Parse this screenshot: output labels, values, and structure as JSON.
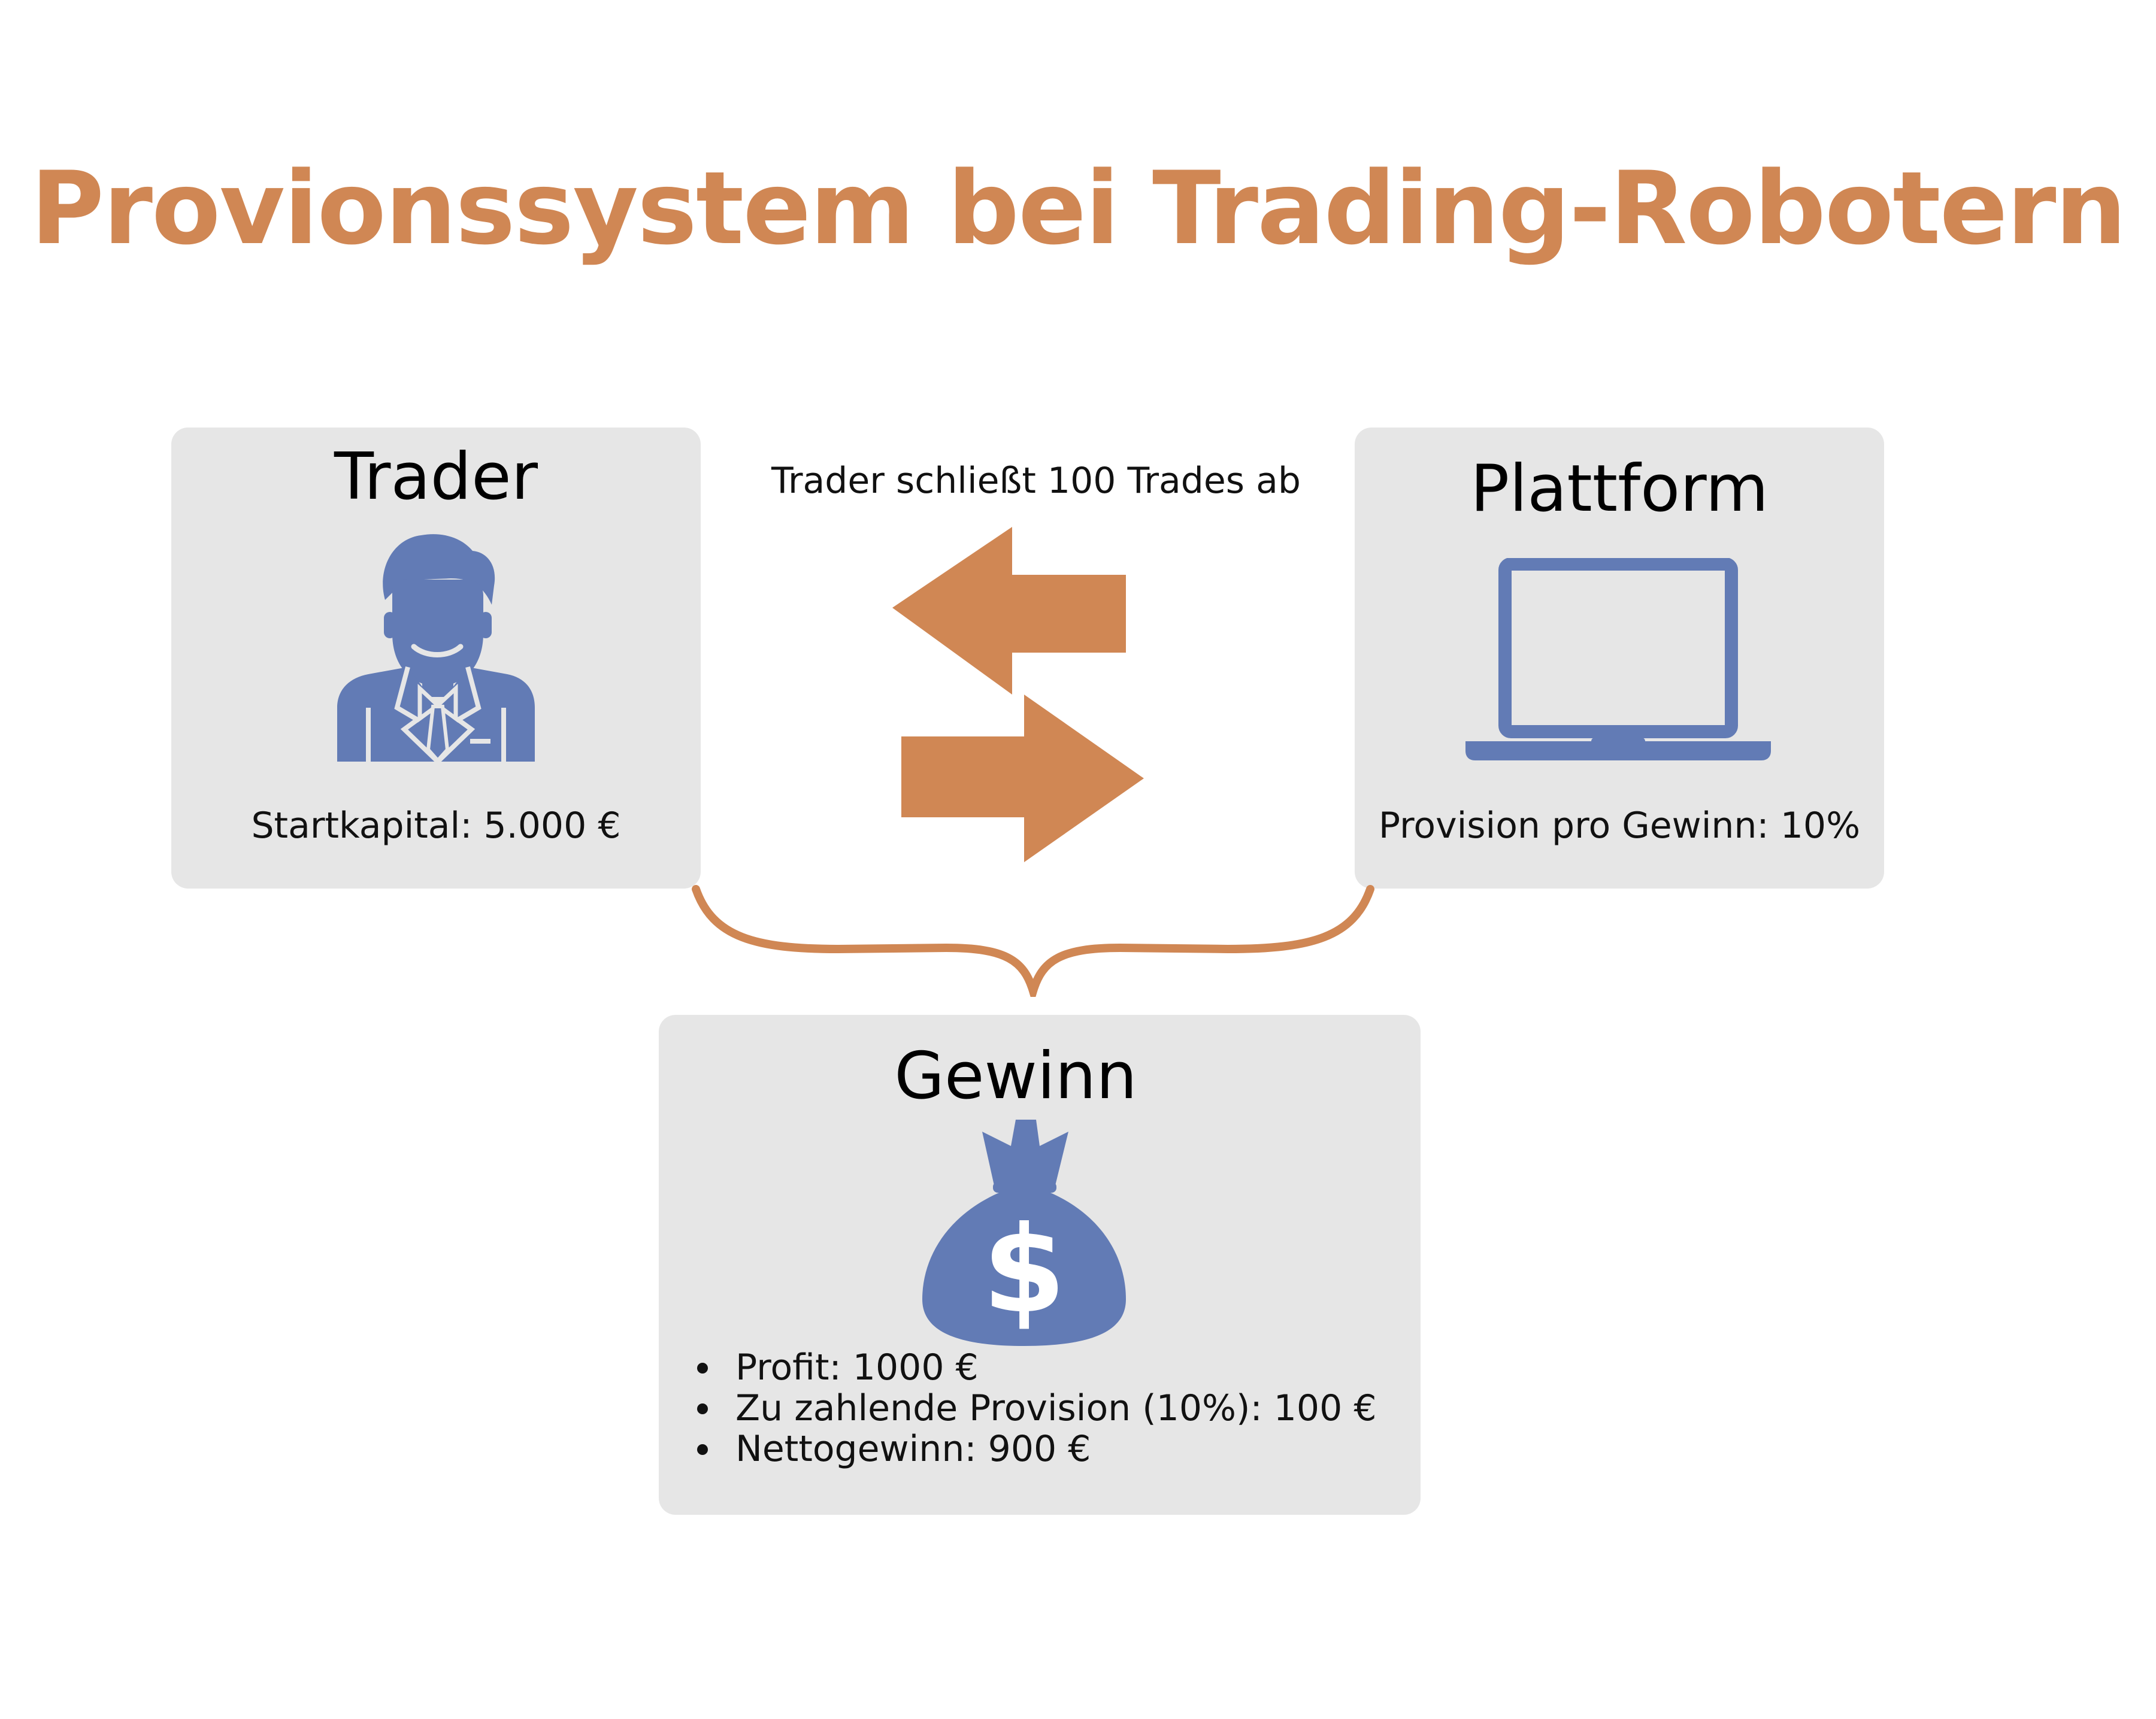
{
  "title": "Provionssystem bei Trading-Robotern",
  "colors": {
    "accent": "#d08754",
    "icon": "#627bb5",
    "card": "#e6e6e6"
  },
  "trader": {
    "title": "Trader",
    "icon": "businessman-icon",
    "text": "Startkapital: 5.000 €"
  },
  "flow": {
    "label": "Trader schließt 100 Trades ab",
    "icon": "exchange-arrows-icon"
  },
  "platform": {
    "title": "Plattform",
    "icon": "laptop-icon",
    "text": "Provision pro Gewinn: 10%"
  },
  "profit": {
    "title": "Gewinn",
    "icon": "money-bag-icon",
    "items": [
      "Profit: 1000 €",
      "Zu zahlende Provision (10%): 100 €",
      "Nettogewinn: 900 €"
    ]
  }
}
